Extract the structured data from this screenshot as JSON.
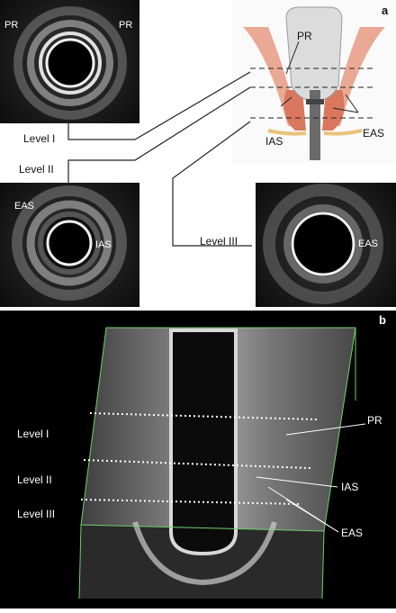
{
  "panel_a": {
    "letter": "a",
    "top_left": {
      "pr_left": "PR",
      "pr_right": "PR"
    },
    "level_labels": {
      "level1": "Level I",
      "level2": "Level II",
      "level3": "Level III"
    },
    "mid_left": {
      "eas": "EAS",
      "ias": "IAS"
    },
    "bottom_right": {
      "eas": "EAS"
    },
    "diagram": {
      "pr": "PR",
      "ias": "IAS",
      "eas": "EAS"
    }
  },
  "panel_b": {
    "letter": "b",
    "levels": [
      "Level I",
      "Level II",
      "Level III"
    ],
    "labels": {
      "pr": "PR",
      "ias": "IAS",
      "eas": "EAS"
    }
  },
  "colors": {
    "box_edge": "#6fd06f",
    "muscle": "#e8a088",
    "rectum": "#d9d9d9"
  }
}
